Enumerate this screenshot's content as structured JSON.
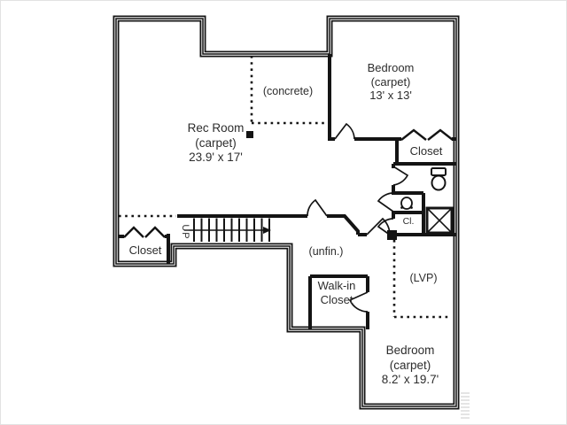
{
  "colors": {
    "wall": "#141414",
    "text": "#2d2d2d",
    "background": "#ffffff",
    "watermark": "#cfcfcf"
  },
  "rooms": {
    "rec_room": {
      "name": "Rec Room",
      "floor": "(carpet)",
      "dims": "23.9' x 17'"
    },
    "bedroom_upper": {
      "name": "Bedroom",
      "floor": "(carpet)",
      "dims": "13' x 13'"
    },
    "bedroom_lower": {
      "name": "Bedroom",
      "floor": "(carpet)",
      "dims": "8.2' x 19.7'"
    },
    "closet_upper_right": {
      "name": "Closet"
    },
    "closet_lower_left": {
      "name": "Closet"
    },
    "walk_in_closet": {
      "line1": "Walk-in",
      "line2": "Closet"
    },
    "small_closet": {
      "name": "Cl."
    },
    "concrete_area": {
      "label": "(concrete)"
    },
    "unfinished_area": {
      "label": "(unfin.)"
    },
    "lvp_area": {
      "label": "(LVP)"
    }
  },
  "stairs": {
    "direction_label": "UP"
  },
  "icons": {
    "toilet": "toilet-icon",
    "sink": "sink-icon",
    "mechanical_unit": "x-box-icon",
    "doors": "door-swing-arc",
    "closet_doors": "bifold-door-icon"
  }
}
